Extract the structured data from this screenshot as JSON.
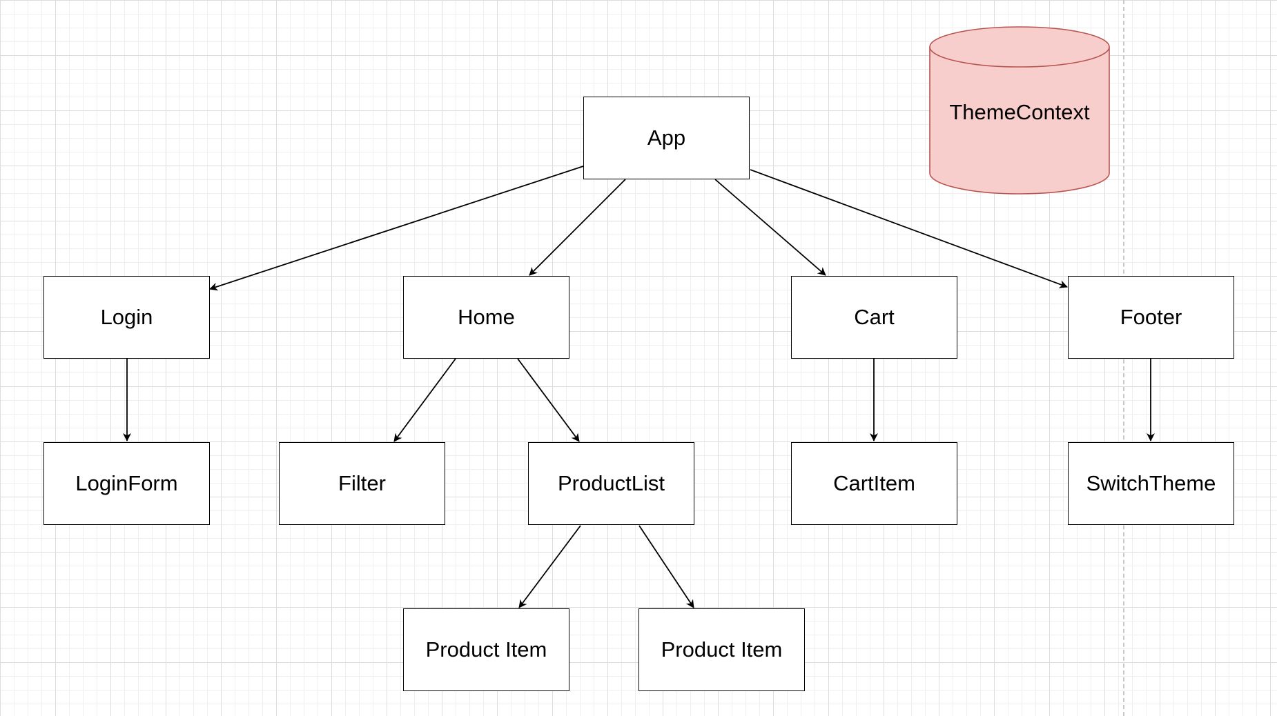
{
  "diagram": {
    "nodes": {
      "app": "App",
      "login": "Login",
      "home": "Home",
      "cart": "Cart",
      "footer": "Footer",
      "login_form": "LoginForm",
      "filter": "Filter",
      "product_list": "ProductList",
      "cart_item": "CartItem",
      "switch_theme": "SwitchTheme",
      "product_item_1": "Product Item",
      "product_item_2": "Product Item"
    },
    "database": {
      "label": "ThemeContext",
      "fill": "#f8cecc",
      "stroke": "#b85450"
    },
    "edges": [
      {
        "from": "App",
        "to": "Login"
      },
      {
        "from": "App",
        "to": "Home"
      },
      {
        "from": "App",
        "to": "Cart"
      },
      {
        "from": "App",
        "to": "Footer"
      },
      {
        "from": "Login",
        "to": "LoginForm"
      },
      {
        "from": "Home",
        "to": "Filter"
      },
      {
        "from": "Home",
        "to": "ProductList"
      },
      {
        "from": "Cart",
        "to": "CartItem"
      },
      {
        "from": "Footer",
        "to": "SwitchTheme"
      },
      {
        "from": "ProductList",
        "to": "Product Item"
      },
      {
        "from": "ProductList",
        "to": "Product Item"
      }
    ]
  }
}
